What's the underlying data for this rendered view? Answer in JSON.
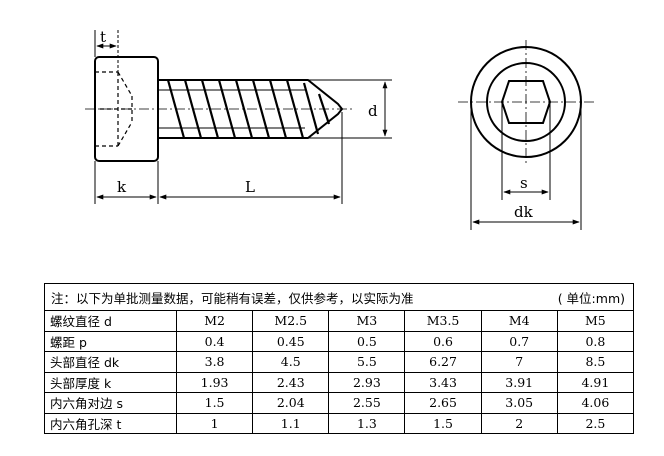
{
  "drawing": {
    "dim_labels": {
      "t": "t",
      "k": "k",
      "L": "L",
      "d": "d",
      "s": "s",
      "dk": "dk"
    }
  },
  "table": {
    "note": "注：以下为单批测量数据，可能稍有误差，仅供参考，以实际为准",
    "unit": "( 单位:mm)",
    "rows": [
      {
        "label": "螺纹直径 d",
        "values": [
          "M2",
          "M2.5",
          "M3",
          "M3.5",
          "M4",
          "M5"
        ]
      },
      {
        "label": "螺距 p",
        "values": [
          "0.4",
          "0.45",
          "0.5",
          "0.6",
          "0.7",
          "0.8"
        ]
      },
      {
        "label": "头部直径 dk",
        "values": [
          "3.8",
          "4.5",
          "5.5",
          "6.27",
          "7",
          "8.5"
        ]
      },
      {
        "label": "头部厚度 k",
        "values": [
          "1.93",
          "2.43",
          "2.93",
          "3.43",
          "3.91",
          "4.91"
        ]
      },
      {
        "label": "内六角对边 s",
        "values": [
          "1.5",
          "2.04",
          "2.55",
          "2.65",
          "3.05",
          "4.06"
        ]
      },
      {
        "label": "内六角孔深 t",
        "values": [
          "1",
          "1.1",
          "1.3",
          "1.5",
          "2",
          "2.5"
        ]
      }
    ]
  }
}
